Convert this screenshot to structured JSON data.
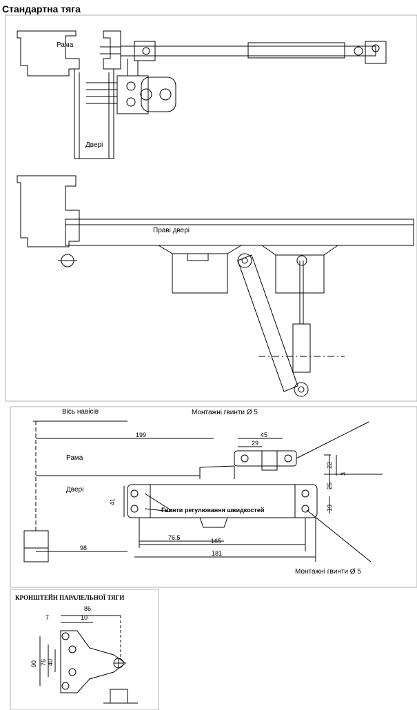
{
  "title": "Стандартна тяга",
  "panel1": {
    "frame_label": "Рама",
    "door_label": "Двері"
  },
  "panel2": {
    "door_label": "Праві  двері"
  },
  "panel3": {
    "hinge_axis": "Вісь навісів",
    "mount_screws_top": "Монтажні гвинти  Ø 5",
    "mount_screws_bottom": "Монтажні гвинти  Ø 5",
    "frame_label": "Рама",
    "door_label": "Двері",
    "speed_screws": "Гвинти регулювання швидкостей",
    "dims": {
      "d199": "199",
      "d45": "45",
      "d29": "29",
      "d22": "22",
      "d3": "3",
      "d25": "25",
      "d19": "19",
      "d41": "41",
      "d76_5": "76.5",
      "d165": "165",
      "d98": "98",
      "d181": "181"
    }
  },
  "panel4": {
    "title": "КРОНШТЕЙН ПАРАЛЕЛЬНОЇ  ТЯГИ",
    "dims": {
      "d86": "86",
      "d7": "7",
      "d10": "10",
      "d90": "90",
      "d76": "76",
      "d40": "40"
    }
  }
}
